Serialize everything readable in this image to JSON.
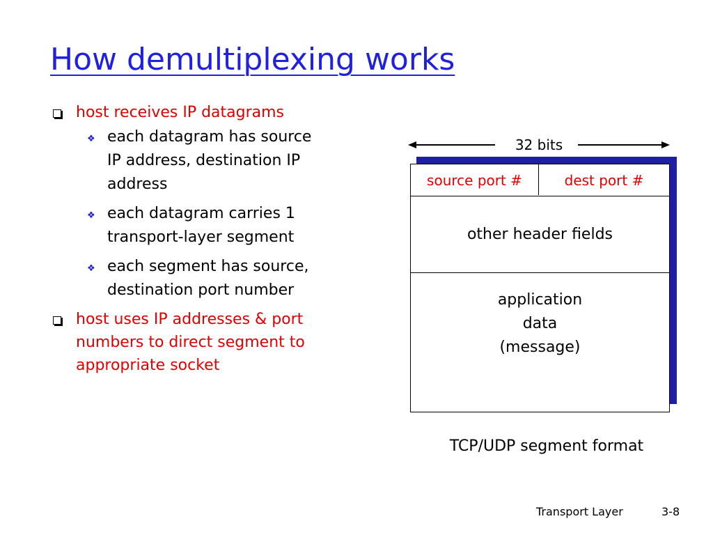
{
  "slide": {
    "title": "How demultiplexing works",
    "bullets": [
      {
        "text": "host receives IP datagrams",
        "sub": [
          [
            "each datagram has source",
            "IP address, destination IP",
            "address"
          ],
          [
            "each datagram carries 1",
            "transport-layer segment"
          ],
          [
            "each segment has source,",
            "destination port number"
          ]
        ]
      },
      {
        "text_lines": [
          "host uses IP addresses & port",
          "numbers to direct segment to",
          "appropriate socket"
        ]
      }
    ],
    "diagram": {
      "width_label": "32 bits",
      "source_port": "source port #",
      "dest_port": "dest port #",
      "other_fields": "other header fields",
      "app_data": [
        "application",
        "data",
        "(message)"
      ],
      "caption": "TCP/UDP segment format"
    },
    "footer": {
      "section": "Transport Layer",
      "page": "3-8"
    },
    "colors": {
      "title": "#2020e0",
      "level1_text": "#e00000",
      "bullet_diamond": "#1a1ad0",
      "box_shadow": "#1f1fa5",
      "port_text": "#e00000"
    },
    "icons": {
      "level1_bullet": "square-bullet-icon",
      "level2_bullet": "diamond-bullet-icon",
      "width_arrows": "double-arrow-icon"
    }
  }
}
